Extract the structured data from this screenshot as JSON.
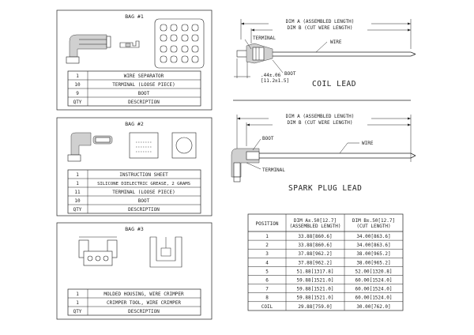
{
  "bag1": {
    "title": "BAG #1",
    "rows": [
      {
        "qty": "1",
        "desc": "WIRE SEPARATOR"
      },
      {
        "qty": "10",
        "desc": "TERMINAL (LOOSE PIECE)"
      },
      {
        "qty": "9",
        "desc": "BOOT"
      }
    ],
    "header": {
      "qty": "QTY",
      "desc": "DESCRIPTION"
    }
  },
  "bag2": {
    "title": "BAG #2",
    "rows": [
      {
        "qty": "1",
        "desc": "INSTRUCTION SHEET"
      },
      {
        "qty": "1",
        "desc": "SILICONE DIELECTRIC GREASE, 2 GRAMS"
      },
      {
        "qty": "11",
        "desc": "TERMINAL (LOOSE PIECE)"
      },
      {
        "qty": "10",
        "desc": "BOOT"
      }
    ],
    "header": {
      "qty": "QTY",
      "desc": "DESCRIPTION"
    }
  },
  "bag3": {
    "title": "BAG #3",
    "rows": [
      {
        "qty": "1",
        "desc": "MOLDED HOUSING, WIRE CRIMPER"
      },
      {
        "qty": "1",
        "desc": "CRIMPER TOOL, WIRE CRIMPER"
      }
    ],
    "header": {
      "qty": "QTY",
      "desc": "DESCRIPTION"
    }
  },
  "coil": {
    "dim_a": "DIM A (ASSEMBLED LENGTH)",
    "dim_b": "DIM B (CUT WIRE LENGTH)",
    "terminal": "TERMINAL",
    "wire": "WIRE",
    "boot": "BOOT",
    "dim1": ".44±.06",
    "dim2": "[11.2±1.5]",
    "title": "COIL LEAD"
  },
  "spark": {
    "dim_a": "DIM A (ASSEMBLED LENGTH)",
    "dim_b": "DIM B (CUT WIRE LENGTH)",
    "boot": "BOOT",
    "wire": "WIRE",
    "terminal": "TERMINAL",
    "title": "SPARK PLUG LEAD"
  },
  "lengths": {
    "headers": [
      "POSITION",
      "DIM A±.50[12.7]",
      "(ASSEMBLED LENGTH)",
      "DIM B±.50[12.7]",
      "(CUT LENGTH)"
    ],
    "rows": [
      {
        "pos": "1",
        "a": "33.88[860.6]",
        "b": "34.00[863.6]"
      },
      {
        "pos": "2",
        "a": "33.88[860.6]",
        "b": "34.00[863.6]"
      },
      {
        "pos": "3",
        "a": "37.88[962.2]",
        "b": "38.00[965.2]"
      },
      {
        "pos": "4",
        "a": "37.88[962.2]",
        "b": "38.00[965.2]"
      },
      {
        "pos": "5",
        "a": "51.88[1317.8]",
        "b": "52.00[1320.8]"
      },
      {
        "pos": "6",
        "a": "59.88[1521.0]",
        "b": "60.00[1524.0]"
      },
      {
        "pos": "7",
        "a": "59.88[1521.0]",
        "b": "60.00[1524.0]"
      },
      {
        "pos": "8",
        "a": "59.88[1521.0]",
        "b": "60.00[1524.0]"
      },
      {
        "pos": "COIL",
        "a": "29.88[759.0]",
        "b": "30.00[762.0]"
      }
    ]
  }
}
